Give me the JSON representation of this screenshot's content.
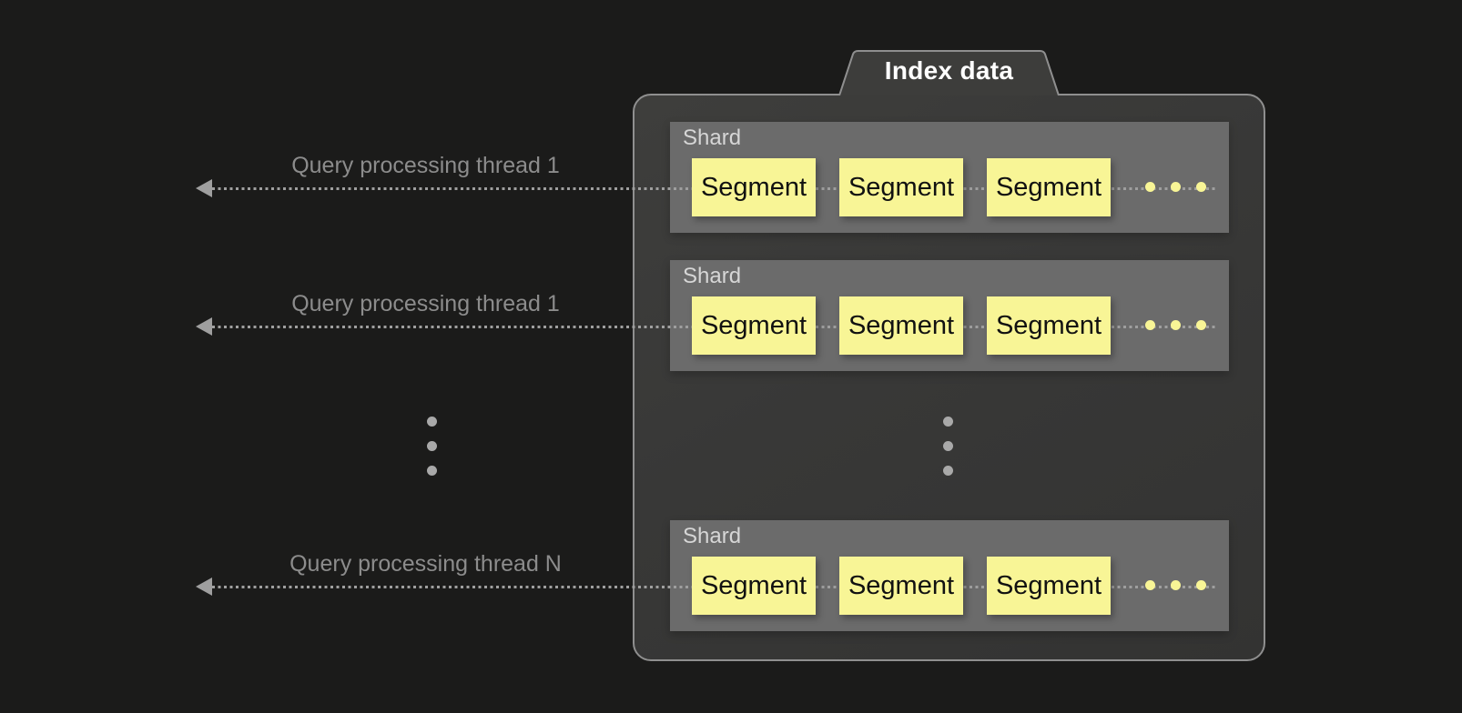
{
  "diagram": {
    "title": "Index data",
    "shards": [
      {
        "label": "Shard",
        "segments": [
          {
            "label": "Segment"
          },
          {
            "label": "Segment"
          },
          {
            "label": "Segment"
          }
        ]
      },
      {
        "label": "Shard",
        "segments": [
          {
            "label": "Segment"
          },
          {
            "label": "Segment"
          },
          {
            "label": "Segment"
          }
        ]
      },
      {
        "label": "Shard",
        "segments": [
          {
            "label": "Segment"
          },
          {
            "label": "Segment"
          },
          {
            "label": "Segment"
          }
        ]
      }
    ],
    "threads": [
      {
        "label": "Query processing thread 1"
      },
      {
        "label": "Query processing thread 1"
      },
      {
        "label": "Query processing thread N"
      }
    ]
  },
  "colors": {
    "background": "#1b1b1a",
    "panel_border": "#8f8f8f",
    "panel_fill": "#3a3a38",
    "tab_fill": "#3d3d3b",
    "shard": "#6b6b6b",
    "shard_label": "#d6d6d6",
    "segment": "#f8f596",
    "segment_text": "#111111",
    "line": "#9f9f9f",
    "thread_label": "#8c8c8c",
    "dots": "#a9a9a9",
    "title": "#ffffff"
  }
}
